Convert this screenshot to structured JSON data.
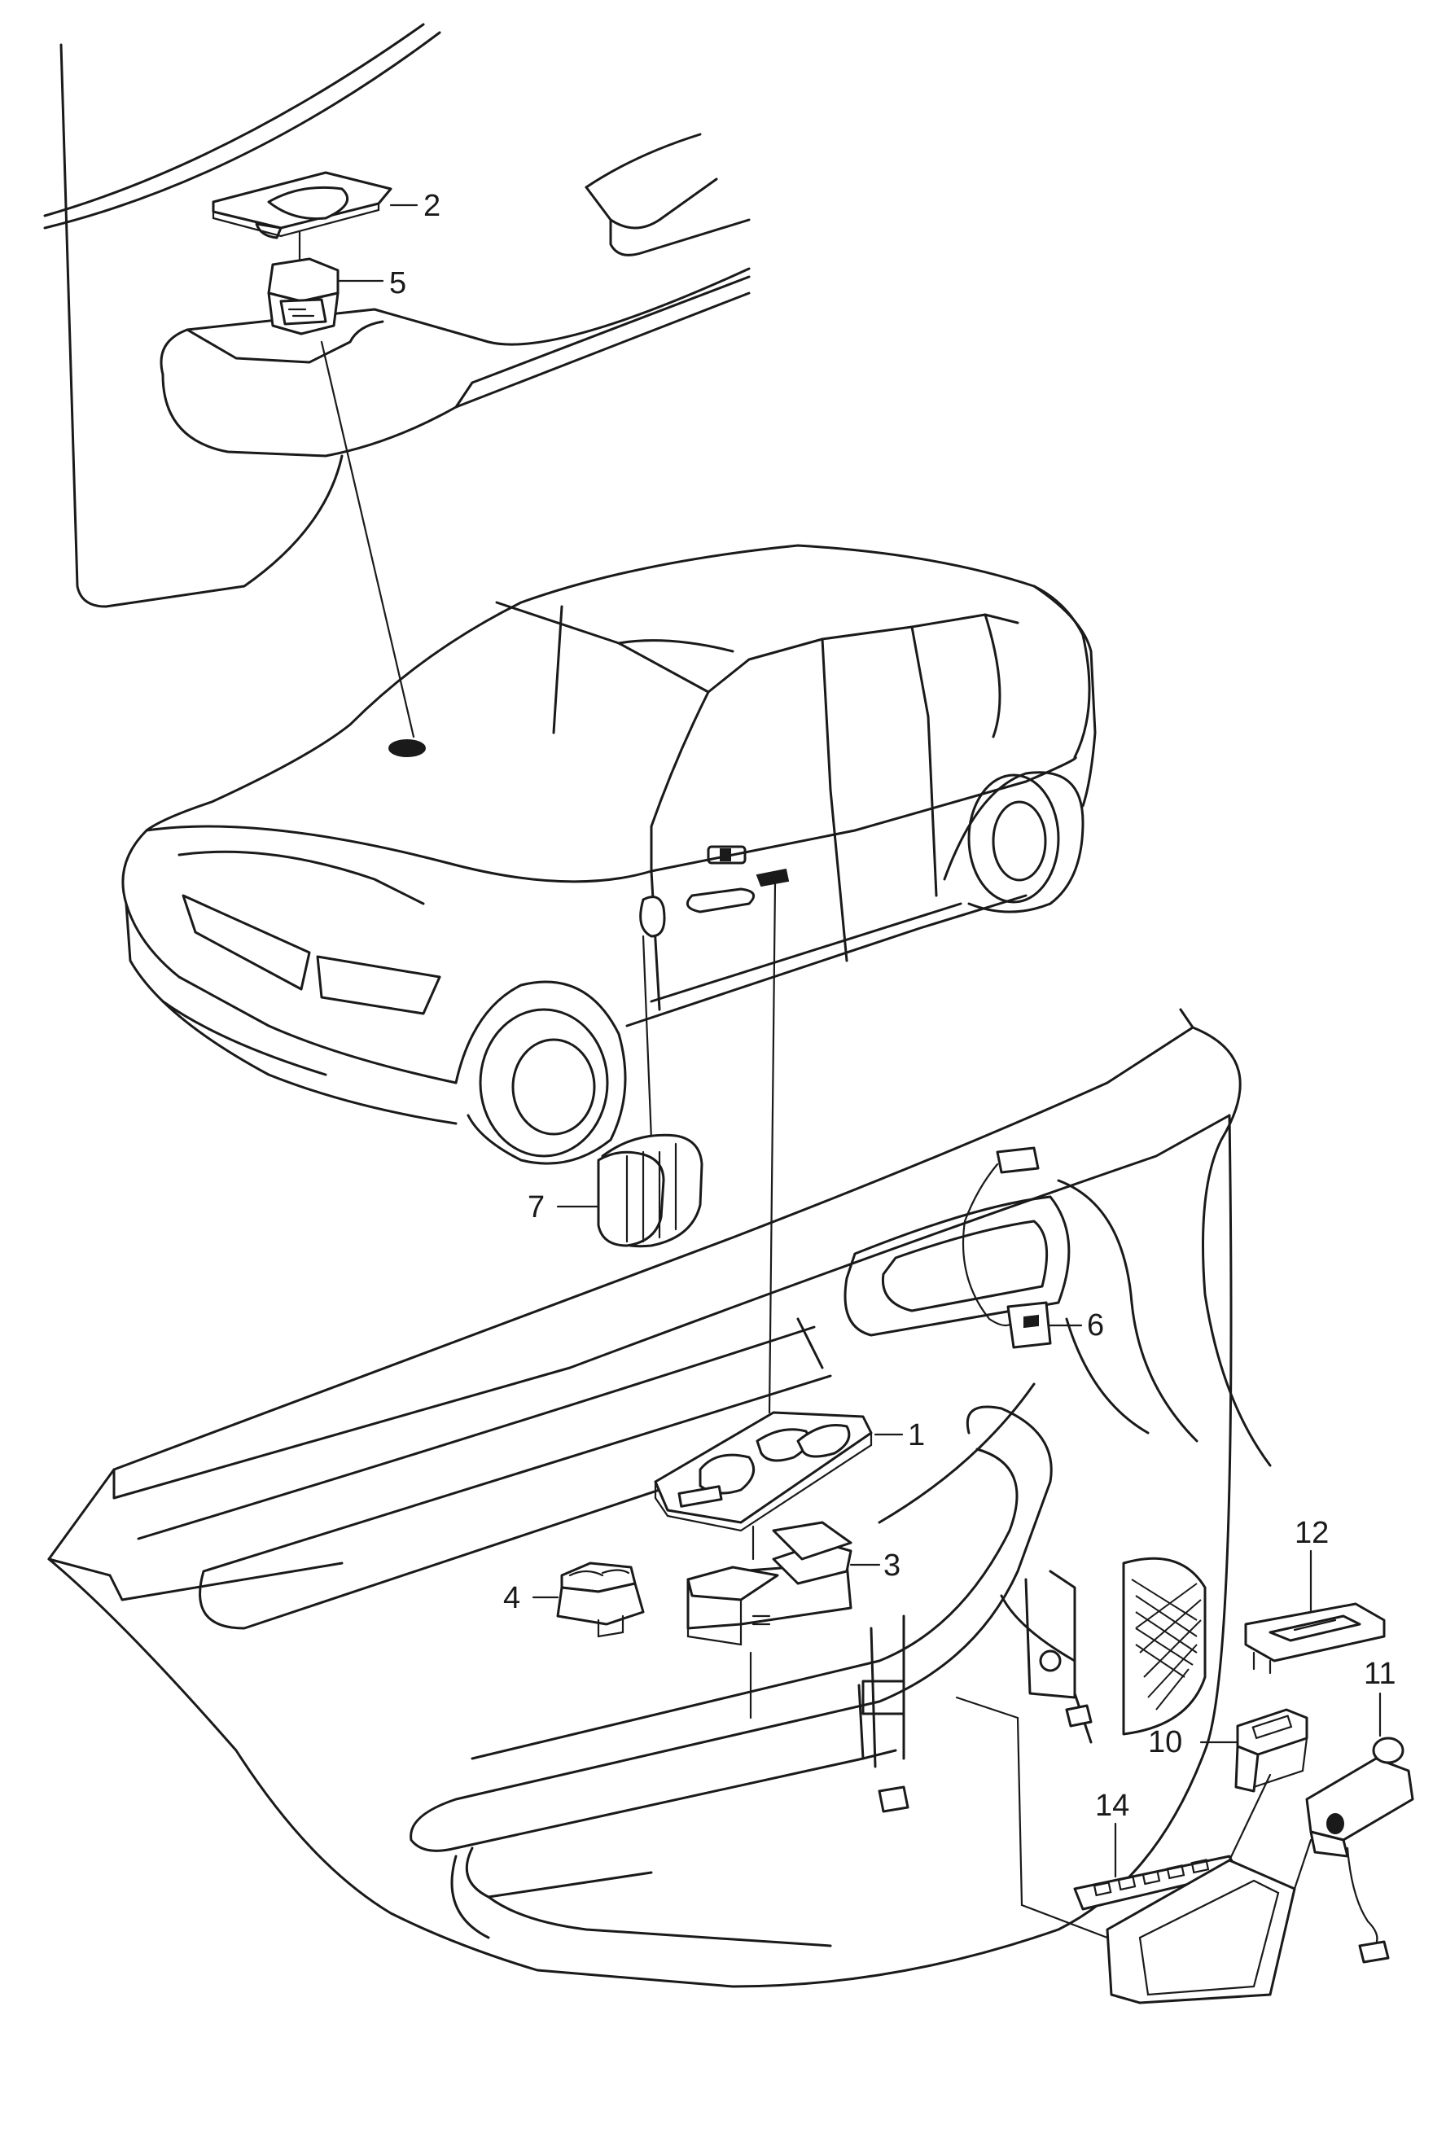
{
  "callouts": [
    {
      "id": "c1",
      "text": "1"
    },
    {
      "id": "c2",
      "text": "2"
    },
    {
      "id": "c3",
      "text": "3"
    },
    {
      "id": "c4",
      "text": "4"
    },
    {
      "id": "c5",
      "text": "5"
    },
    {
      "id": "c6",
      "text": "6"
    },
    {
      "id": "c7",
      "text": "7"
    },
    {
      "id": "c10",
      "text": "10"
    },
    {
      "id": "c11",
      "text": "11"
    },
    {
      "id": "c12",
      "text": "12"
    },
    {
      "id": "c14",
      "text": "14"
    }
  ]
}
